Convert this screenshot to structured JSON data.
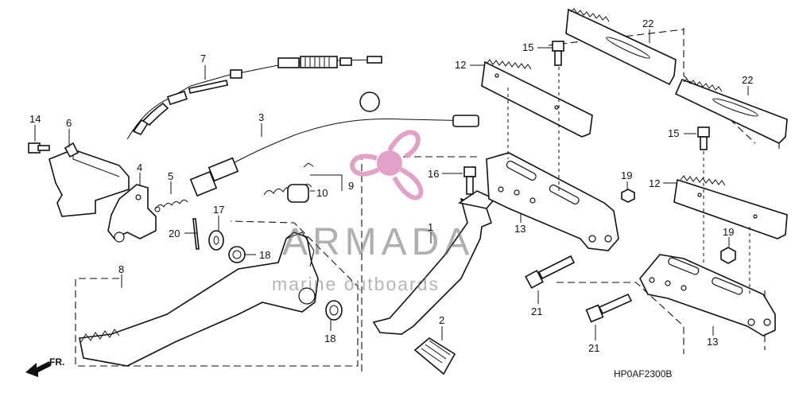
{
  "diagram_code": "HP0AF2300B",
  "direction_label": "FR.",
  "watermark": {
    "brand": "ARMADA",
    "tagline": "marine outboards",
    "logo_icon": "propeller-logo-icon",
    "logo_color": "#e2a1c6"
  },
  "callouts": {
    "c1": "1",
    "c2": "2",
    "c3": "3",
    "c4": "4",
    "c5": "5",
    "c6": "6",
    "c7": "7",
    "c8": "8",
    "c9": "9",
    "c10": "10",
    "c12a": "12",
    "c12b": "12",
    "c13a": "13",
    "c13b": "13",
    "c14": "14",
    "c15a": "15",
    "c15b": "15",
    "c16": "16",
    "c17": "17",
    "c18a": "18",
    "c18b": "18",
    "c19a": "19",
    "c19b": "19",
    "c20": "20",
    "c21a": "21",
    "c21b": "21",
    "c22a": "22",
    "c22b": "22"
  }
}
